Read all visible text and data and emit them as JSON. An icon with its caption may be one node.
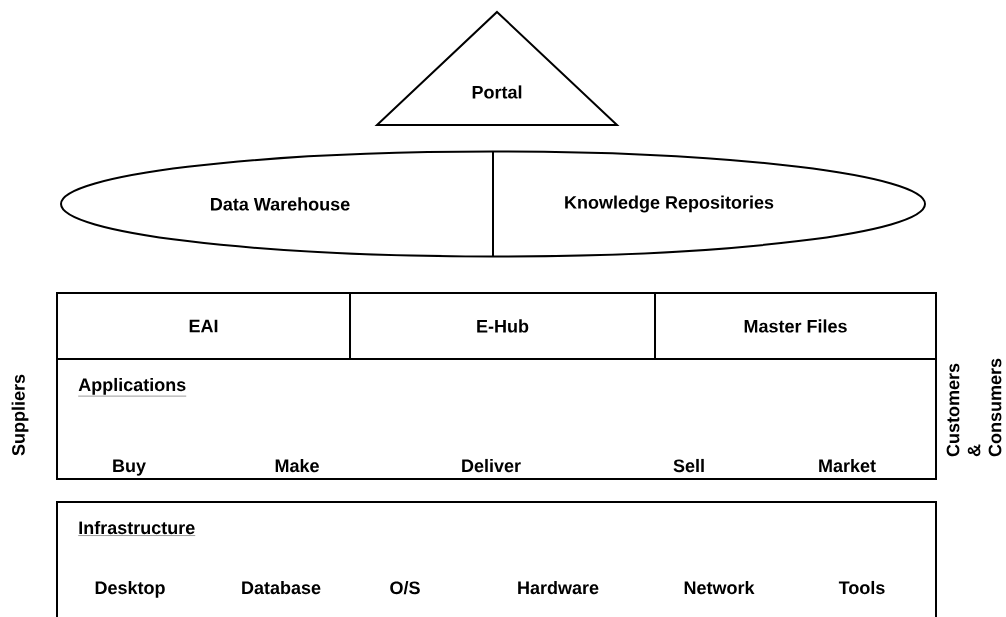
{
  "diagram": {
    "nodes": [
      {
        "text": [
          "Portal"
        ]
      },
      {
        "text": [
          "Data Warehouse",
          "Knowledge Repositories"
        ]
      },
      {
        "text": [
          "EAI"
        ]
      },
      {
        "text": [
          "E-Hub"
        ]
      },
      {
        "text": [
          "Master Files"
        ]
      },
      {
        "text": [
          "Applications",
          "Buy",
          "Make",
          "Deliver",
          "Sell",
          "Market"
        ]
      },
      {
        "text": [
          "Infrastructure",
          "Desktop",
          "Database",
          "O/S",
          "Hardware",
          "Network",
          "Tools"
        ]
      }
    ],
    "labels": [
      "Suppliers",
      "Customers & Consumers"
    ]
  }
}
